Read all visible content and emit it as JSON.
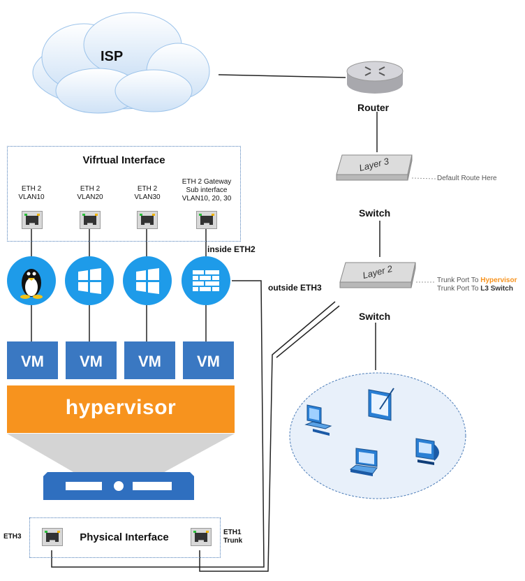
{
  "isp": {
    "label": "ISP"
  },
  "router": {
    "label": "Router"
  },
  "l3_switch": {
    "device_text": "Layer 3",
    "label": "Switch",
    "note": "Default Route Here"
  },
  "l2_switch": {
    "device_text": "Layer 2",
    "label": "Switch",
    "note_prefix": "Trunk Port To ",
    "note1_highlight": "Hypervisor",
    "note2_highlight": "L3 Switch"
  },
  "virtual_interface": {
    "title": "Vifrtual Interface",
    "ports": [
      {
        "line1": "ETH 2",
        "line2": "VLAN10"
      },
      {
        "line1": "ETH 2",
        "line2": "VLAN20"
      },
      {
        "line1": "ETH 2",
        "line2": "VLAN30"
      },
      {
        "line1": "ETH 2 Gateway",
        "line2": "Sub interface",
        "line3": "VLAN10, 20, 30"
      }
    ]
  },
  "link_labels": {
    "inside": "inside ETH2",
    "outside": "outside ETH3"
  },
  "vm_label": "VM",
  "hypervisor_label": "hypervisor",
  "physical_interface": {
    "title": "Physical Interface",
    "left_port": "ETH3",
    "right_port_line1": "ETH1",
    "right_port_line2": "Trunk"
  },
  "colors": {
    "highlight": "#f7931e",
    "vm": "#3a78c2",
    "hypervisor": "#f7931e",
    "icon_blue": "#1e9be9",
    "server": "#2f6fbf"
  },
  "icons": [
    "cloud-icon",
    "router-icon",
    "layer3-switch-icon",
    "layer2-switch-icon",
    "linux-tux-icon",
    "windows-icon",
    "firewall-icon",
    "server-icon",
    "workstation-icon",
    "tablet-icon",
    "laptop-icon",
    "mac-computer-icon"
  ]
}
